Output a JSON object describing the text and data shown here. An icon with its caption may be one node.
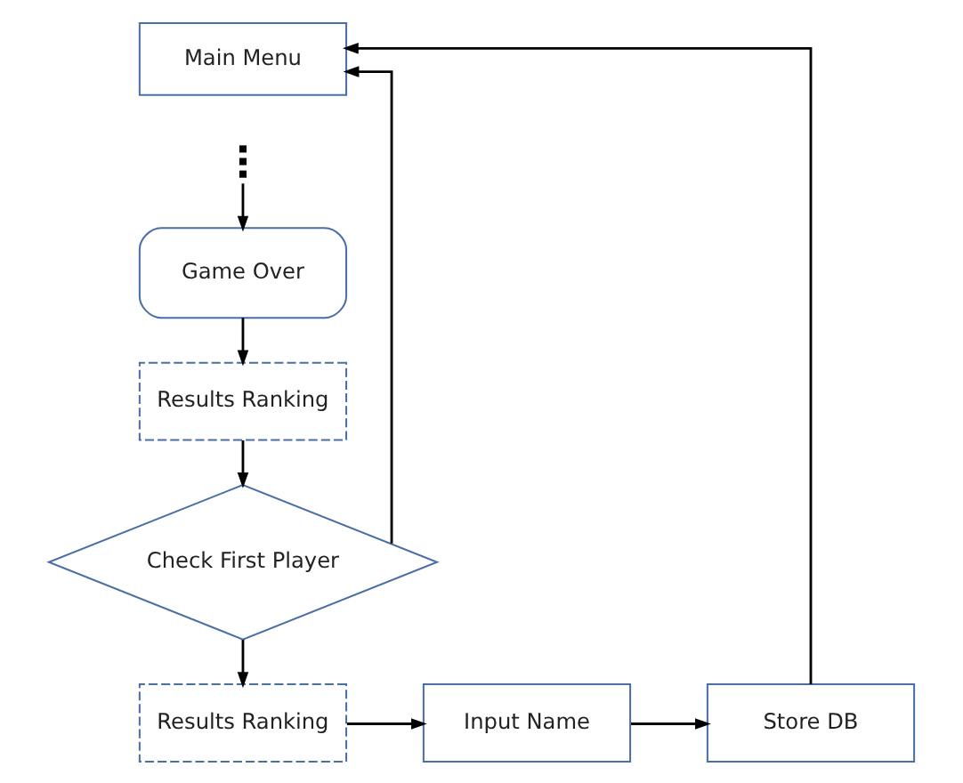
{
  "diagram": {
    "nodes": [
      {
        "text": [
          "Main Menu"
        ]
      },
      {
        "text": [],
        "shape": "dots"
      },
      {
        "text": [
          "Game Over"
        ]
      },
      {
        "text": [
          "Results Ranking"
        ]
      },
      {
        "text": [
          "Check First Player"
        ]
      },
      {
        "text": [
          "Results Ranking"
        ]
      },
      {
        "text": [
          "Input Name"
        ]
      },
      {
        "text": [
          "Store DB"
        ]
      }
    ],
    "edges": [
      {
        "from": 1,
        "to": 2,
        "arrow": "to"
      },
      {
        "from": 2,
        "to": 3,
        "arrow": "to"
      },
      {
        "from": 3,
        "to": 4,
        "arrow": "to"
      },
      {
        "from": 4,
        "to": 5,
        "arrow": "to"
      },
      {
        "from": 5,
        "to": 6,
        "arrow": "to"
      },
      {
        "from": 6,
        "to": 7,
        "arrow": "to"
      },
      {
        "from": 7,
        "to": 0,
        "arrow": "to"
      },
      {
        "from": 4,
        "to": 0,
        "arrow": "to"
      }
    ]
  }
}
